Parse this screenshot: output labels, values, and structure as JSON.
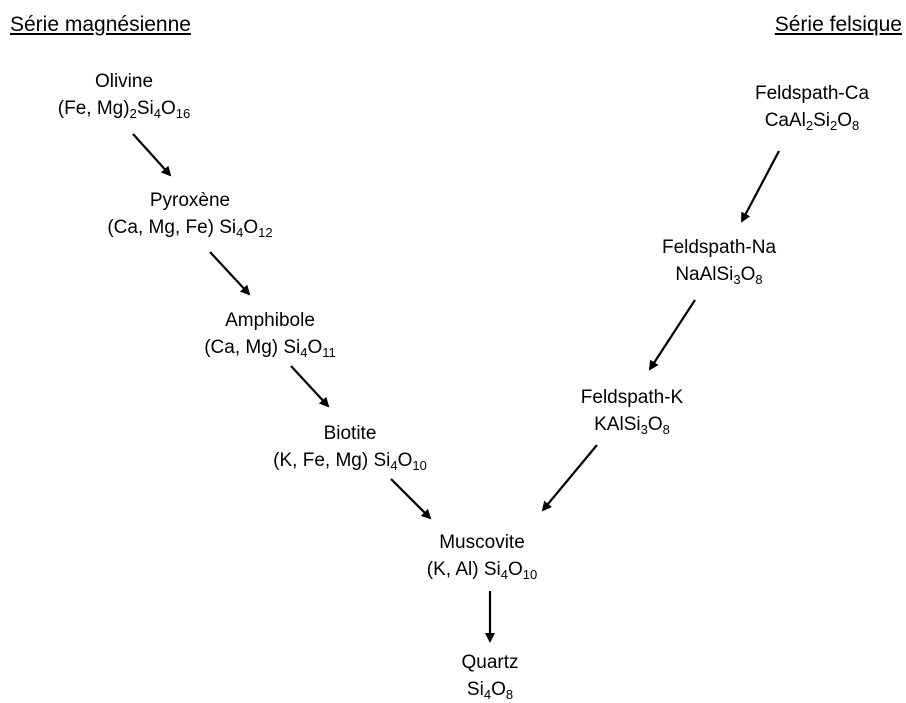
{
  "titles": {
    "left": "Série magnésienne",
    "right": "Série felsique"
  },
  "minerals": {
    "olivine": {
      "name": "Olivine",
      "formula": [
        [
          "(Fe, Mg)",
          ""
        ],
        [
          "",
          "2"
        ],
        [
          "Si",
          ""
        ],
        [
          "",
          "4"
        ],
        [
          "O",
          ""
        ],
        [
          "",
          "16"
        ]
      ]
    },
    "pyroxene": {
      "name": "Pyroxène",
      "formula": [
        [
          "(Ca, Mg, Fe) Si",
          ""
        ],
        [
          "",
          "4"
        ],
        [
          "O",
          ""
        ],
        [
          "",
          "12"
        ]
      ]
    },
    "amphibole": {
      "name": "Amphibole",
      "formula": [
        [
          "(Ca, Mg) Si",
          ""
        ],
        [
          "",
          "4"
        ],
        [
          "O",
          ""
        ],
        [
          "",
          "11"
        ]
      ]
    },
    "biotite": {
      "name": "Biotite",
      "formula": [
        [
          "(K, Fe, Mg) Si",
          ""
        ],
        [
          "",
          "4"
        ],
        [
          "O",
          ""
        ],
        [
          "",
          "10"
        ]
      ]
    },
    "muscovite": {
      "name": "Muscovite",
      "formula": [
        [
          "(K, Al) Si",
          ""
        ],
        [
          "",
          "4"
        ],
        [
          "O",
          ""
        ],
        [
          "",
          "10"
        ]
      ]
    },
    "quartz": {
      "name": "Quartz",
      "formula": [
        [
          "Si",
          ""
        ],
        [
          "",
          "4"
        ],
        [
          "O",
          ""
        ],
        [
          "",
          "8"
        ]
      ]
    },
    "feldspath_ca": {
      "name": "Feldspath-Ca",
      "formula": [
        [
          "CaAl",
          ""
        ],
        [
          "",
          "2"
        ],
        [
          "Si",
          ""
        ],
        [
          "",
          "2"
        ],
        [
          "O",
          ""
        ],
        [
          "",
          "8"
        ]
      ]
    },
    "feldspath_na": {
      "name": "Feldspath-Na",
      "formula": [
        [
          "NaAlSi",
          ""
        ],
        [
          "",
          "3"
        ],
        [
          "O",
          ""
        ],
        [
          "",
          "8"
        ]
      ]
    },
    "feldspath_k": {
      "name": "Feldspath-K",
      "formula": [
        [
          "KAlSi",
          ""
        ],
        [
          "",
          "3"
        ],
        [
          "O",
          ""
        ],
        [
          "",
          "8"
        ]
      ]
    }
  },
  "edges": [
    {
      "from": "olivine",
      "to": "pyroxene"
    },
    {
      "from": "pyroxene",
      "to": "amphibole"
    },
    {
      "from": "amphibole",
      "to": "biotite"
    },
    {
      "from": "biotite",
      "to": "muscovite"
    },
    {
      "from": "muscovite",
      "to": "quartz"
    },
    {
      "from": "feldspath_ca",
      "to": "feldspath_na"
    },
    {
      "from": "feldspath_na",
      "to": "feldspath_k"
    },
    {
      "from": "feldspath_k",
      "to": "muscovite"
    }
  ],
  "colors": {
    "text": "#000000",
    "arrow": "#000000",
    "background": "#ffffff"
  }
}
